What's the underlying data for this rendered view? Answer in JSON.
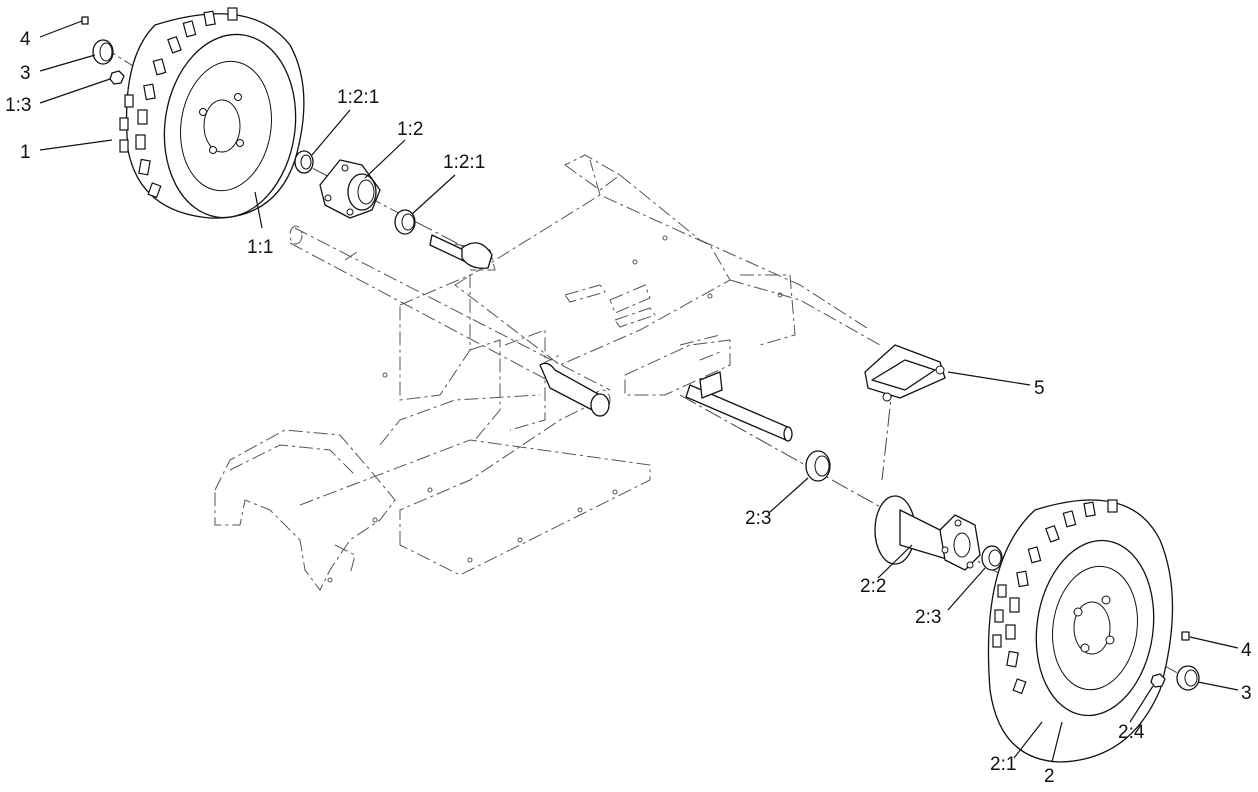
{
  "callouts": {
    "c_4_top": "4",
    "c_3_top": "3",
    "c_1_3": "1:3",
    "c_1": "1",
    "c_1_1": "1:1",
    "c_1_2_1_a": "1:2:1",
    "c_1_2": "1:2",
    "c_1_2_1_b": "1:2:1",
    "c_5": "5",
    "c_2_3_a": "2:3",
    "c_2_2": "2:2",
    "c_2_3_b": "2:3",
    "c_4_bottom": "4",
    "c_3_bottom": "3",
    "c_2_4": "2:4",
    "c_2_1": "2:1",
    "c_2": "2"
  },
  "colors": {
    "ink": "#111111",
    "ghost": "#555555",
    "paper": "#ffffff"
  }
}
